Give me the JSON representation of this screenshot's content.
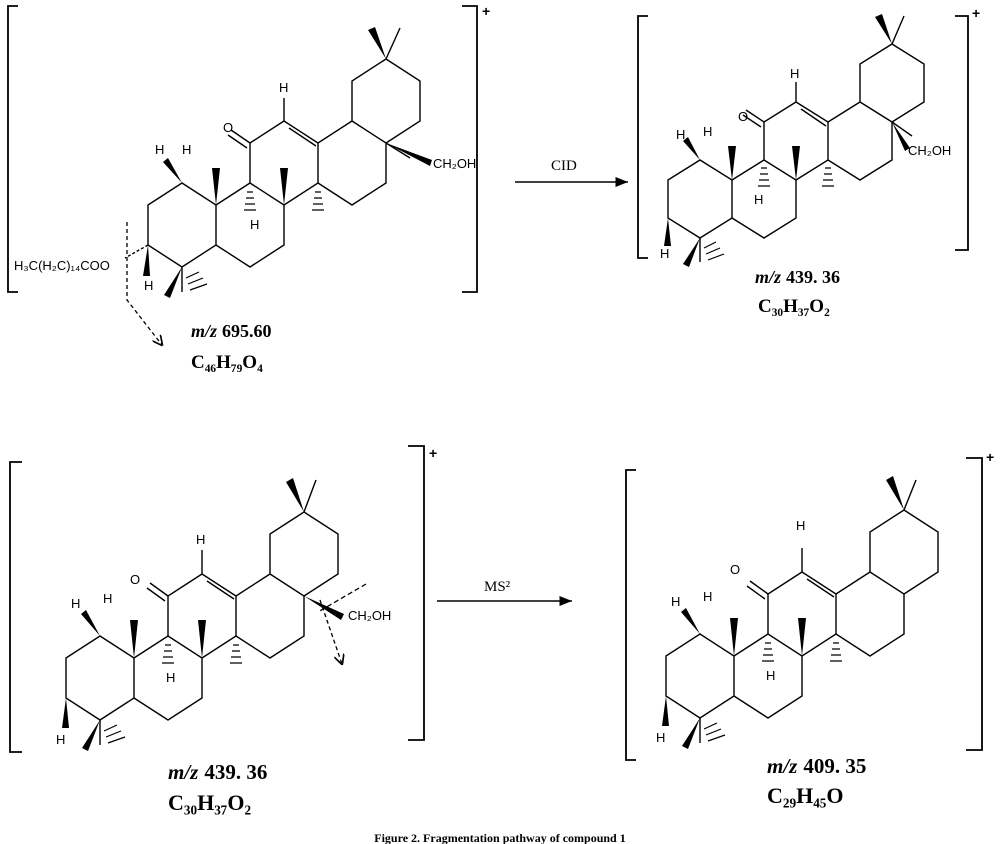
{
  "scheme": {
    "caption": "Figure 2. Fragmentation pathway of compound 1",
    "atoms": {
      "h": "H",
      "o": "O",
      "ch2oh": "CH₂OH",
      "ester": "H₃C(H₂C)₁₄COO",
      "charge": "+"
    },
    "structures": [
      {
        "id": "precursor-ion",
        "mz_prefix": "m/z",
        "mz_value": "695.60",
        "formula": "C₄₆H₇₉O₄"
      },
      {
        "id": "cid-product-ion",
        "mz_prefix": "m/z",
        "mz_value": "439. 36",
        "formula": "C₃₀H₃₇O₂"
      },
      {
        "id": "ms2-precursor-ion",
        "mz_prefix": "m/z",
        "mz_value": "439. 36",
        "formula": "C₃₀H₃₇O₂"
      },
      {
        "id": "ms2-product-ion",
        "mz_prefix": "m/z",
        "mz_value": "409. 35",
        "formula": "C₂₉H₄₅O"
      }
    ],
    "arrows": [
      {
        "id": "cid-arrow",
        "label": "CID"
      },
      {
        "id": "ms2-arrow",
        "label": "MS²"
      }
    ]
  }
}
